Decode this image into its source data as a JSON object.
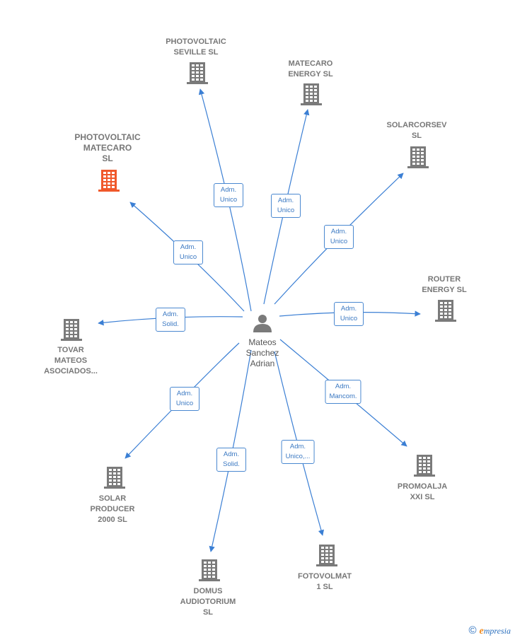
{
  "colors": {
    "edge": "#3b7fd4",
    "building": "#7a7a7a",
    "building_highlight": "#f0582a",
    "person": "#7a7a7a"
  },
  "center": {
    "name": "Mateos\nSanchez\nAdrian",
    "icon": "person-icon"
  },
  "nodes": [
    {
      "id": "photovoltaic-seville",
      "label": "PHOTOVOLTAIC\nSEVILLE  SL",
      "relation": "Adm.\nUnico",
      "highlight": false
    },
    {
      "id": "matecaro-energy",
      "label": "MATECARO\nENERGY  SL",
      "relation": "Adm.\nUnico",
      "highlight": false
    },
    {
      "id": "solarcorsev",
      "label": "SOLARCORSEV\nSL",
      "relation": "Adm.\nUnico",
      "highlight": false
    },
    {
      "id": "photovoltaic-matecaro",
      "label": "PHOTOVOLTAIC\nMATECARO\nSL",
      "relation": "Adm.\nUnico",
      "highlight": true
    },
    {
      "id": "router-energy",
      "label": "ROUTER\nENERGY  SL",
      "relation": "Adm.\nUnico",
      "highlight": false
    },
    {
      "id": "tovar-mateos",
      "label": "TOVAR\nMATEOS\nASOCIADOS...",
      "relation": "Adm.\nSolid.",
      "highlight": false
    },
    {
      "id": "solar-producer",
      "label": "SOLAR\nPRODUCER\n2000  SL",
      "relation": "Adm.\nUnico",
      "highlight": false
    },
    {
      "id": "promoalja",
      "label": "PROMOALJA\nXXI  SL",
      "relation": "Adm.\nMancom.",
      "highlight": false
    },
    {
      "id": "domus-audiotorium",
      "label": "DOMUS\nAUDIOTORIUM\nSL",
      "relation": "Adm.\nSolid.",
      "highlight": false
    },
    {
      "id": "fotovolmat",
      "label": "FOTOVOLMAT\n1  SL",
      "relation": "Adm.\nUnico,...",
      "highlight": false
    }
  ],
  "watermark": {
    "symbol": "©",
    "brand_initial": "e",
    "brand_rest": "mpresia"
  }
}
